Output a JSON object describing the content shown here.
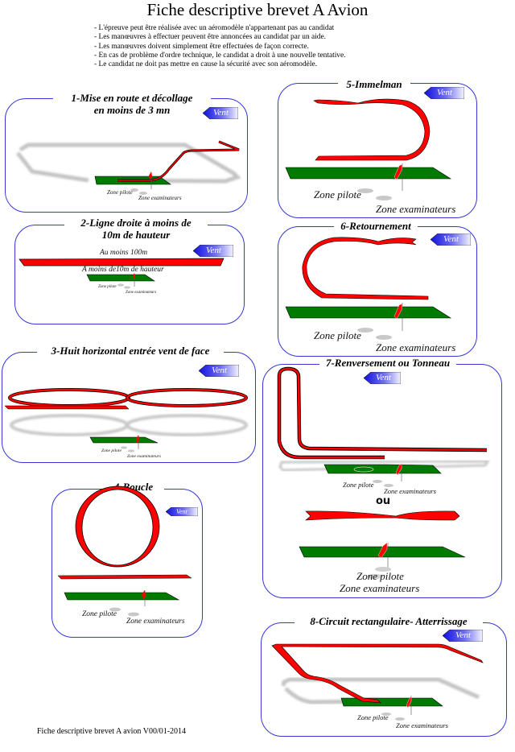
{
  "page": {
    "title": "Fiche descriptive brevet A Avion",
    "rules": [
      "- L'épreuve peut être réalisée avec un aéromodèle n'appartenant pas au candidat",
      "- Les manœuvres à effectuer peuvent être annoncées au candidat par un aide.",
      "- Les manœuvres doivent simplement être effectuées de façon correcte.",
      "- En cas de problème d'ordre technique, le candidat a droit à une nouvelle tentative.",
      "- Le candidat ne doit pas mettre en cause la sécurité avec son aéromodèle."
    ],
    "footer": "Fiche descriptive brevet A avion  V00/01-2014"
  },
  "common": {
    "wind_label": "Vent",
    "pilot_zone": "Zone pilote",
    "examiner_zone": "Zone examinateurs"
  },
  "panels": [
    {
      "id": 1,
      "title_line1": "1-Mise en route et décollage",
      "title_line2": "en moins de 3 mn"
    },
    {
      "id": 2,
      "title_line1": "2-Ligne droite à moins de",
      "title_line2": "10m de hauteur",
      "annotation_top": "Au moins 100m",
      "annotation_bottom": "A moins de10m de hauteur"
    },
    {
      "id": 3,
      "title_line1": "3-Huit horizontal entrée vent de face"
    },
    {
      "id": 4,
      "title_line1": "4-Boucle"
    },
    {
      "id": 5,
      "title_line1": "5-Immelman"
    },
    {
      "id": 6,
      "title_line1": "6-Retournement"
    },
    {
      "id": 7,
      "title_line1": "7-Renversement ou Tonneau",
      "separator": "ou"
    },
    {
      "id": 8,
      "title_line1": "8-Circuit rectangulaire- Atterrissage"
    }
  ],
  "colors": {
    "border": "#3535d8",
    "trajectory": "#ff0000",
    "runway": "#007a00",
    "shadow": "#bdbdbd",
    "wind_arrow": "#2020e0"
  }
}
